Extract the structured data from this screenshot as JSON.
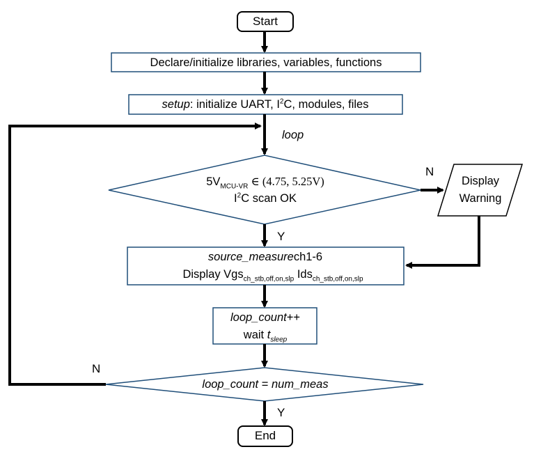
{
  "start_label": "Start",
  "end_label": "End",
  "declare_label": "Declare/initialize libraries, variables, functions",
  "setup": {
    "fn": "setup",
    "rest_a": ": initialize UART, I",
    "sup": "2",
    "rest_b": "C, modules, files"
  },
  "loop_label": "loop",
  "decision1": {
    "line1_pre": "5V",
    "line1_sub": "MCU-VR",
    "line1_post": " ∈ (4.75, 5.25V)",
    "line2_pre": "I",
    "line2_sup": "2",
    "line2_post": "C scan OK"
  },
  "decision1_no": "N",
  "decision1_yes": "Y",
  "warning": {
    "line1": "Display",
    "line2": "Warning"
  },
  "measure": {
    "fn": "source_measure",
    "fn_rest": "ch1-6",
    "line2_a": "Display Vgs",
    "line2_sub_a": "ch_stb,off,on,slp",
    "line2_b": " Ids",
    "line2_sub_b": "ch_stb,off,on,slp"
  },
  "count": {
    "fn": "loop_count",
    "fn_rest": "++",
    "line2_a": "wait ",
    "var": "t",
    "var_sub": "sleep"
  },
  "decision2": {
    "lhs": "loop_count",
    "eq": " = ",
    "rhs": "num_meas"
  },
  "decision2_no": "N",
  "decision2_yes": "Y"
}
